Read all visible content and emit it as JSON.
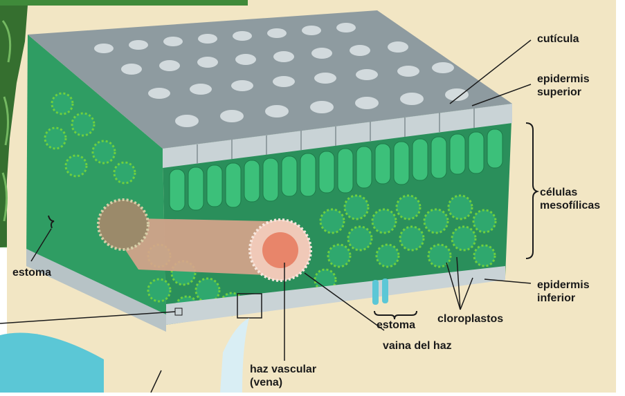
{
  "labels": {
    "cuticula": "cutícula",
    "epidermis_superior": [
      "epidermis",
      "superior"
    ],
    "celulas_mesofilicas": [
      "células",
      "mesofílicas"
    ],
    "estoma_left": "estoma",
    "epidermis_inferior": [
      "epidermis",
      "inferior"
    ],
    "estoma_bottom": "estoma",
    "cloroplastos": "cloroplastos",
    "vaina_del_haz": "vaina del haz",
    "haz_vascular": [
      "haz vascular",
      "(vena)"
    ]
  },
  "colors": {
    "background_panel": "#f2e6c4",
    "photo_inset": "#3f8a3a",
    "epidermis": "#c9d3d6",
    "cuticle_top": "#8e9ba0",
    "mesophyll": "#2fa86e",
    "chloroplast": "#6fcf3e",
    "vein_xylem": "#e8856a",
    "vascular_bundle_side": "#d9a48c",
    "line": "#1a1a1a",
    "bubble": "#5bc7d6"
  }
}
